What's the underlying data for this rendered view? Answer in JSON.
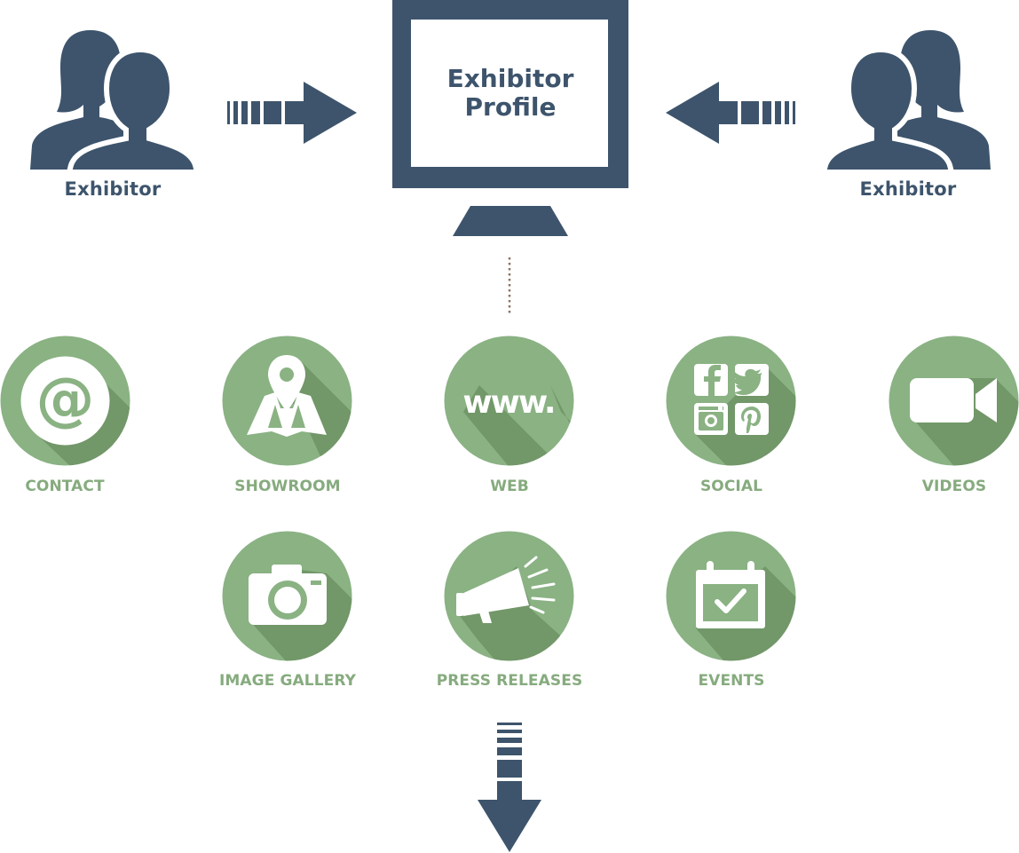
{
  "colors": {
    "navy": "#3d546c",
    "green": "#8ab283",
    "green_shadow": "#6f9466",
    "label_green": "#86ab7e",
    "dotted_line": "#8a7466"
  },
  "monitor": {
    "title_line1": "Exhibitor",
    "title_line2": "Profile"
  },
  "people": [
    {
      "label": "Exhibitor",
      "icon": "people-icon"
    },
    {
      "label": "Exhibitor",
      "icon": "people-icon"
    }
  ],
  "features": [
    {
      "label": "CONTACT",
      "icon": "at-sign-icon"
    },
    {
      "label": "SHOWROOM",
      "icon": "map-pin-icon"
    },
    {
      "label": "WEB",
      "icon": "www-icon"
    },
    {
      "label": "SOCIAL",
      "icon": "social-media-icon"
    },
    {
      "label": "VIDEOS",
      "icon": "video-camera-icon"
    },
    {
      "label": "IMAGE GALLERY",
      "icon": "camera-icon"
    },
    {
      "label": "PRESS RELEASES",
      "icon": "megaphone-icon"
    },
    {
      "label": "EVENTS",
      "icon": "calendar-icon"
    }
  ]
}
